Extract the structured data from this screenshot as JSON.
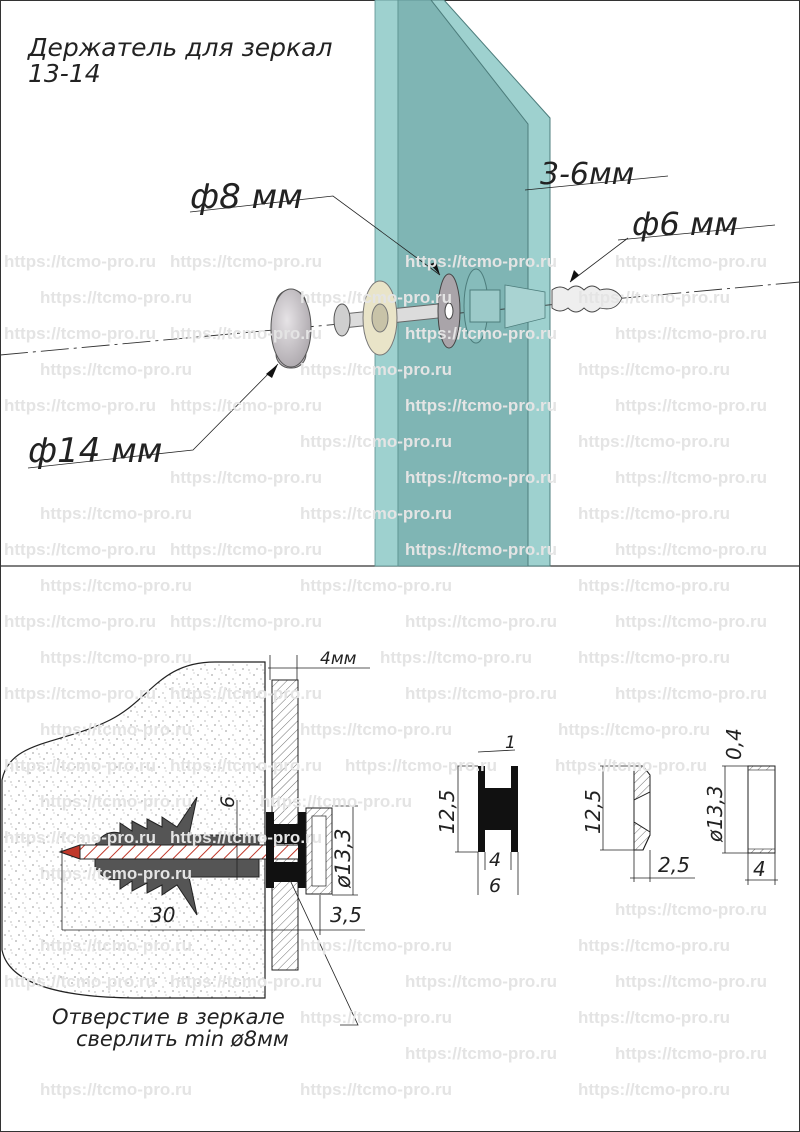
{
  "title": {
    "line1": "Держатель для зеркал",
    "line2": "13-14"
  },
  "watermark": "https://tcmo-pro.ru",
  "top_view": {
    "glass_thickness": "3-6мм",
    "hole_d8": "ф8  мм",
    "screw_d6": "ф6  мм",
    "cap_d14": "ф14  мм"
  },
  "section": {
    "glass_dim": "4мм",
    "dowel_d": "6",
    "cap_d": "ø13,3",
    "depth": "30",
    "gap": "3,5",
    "note_line1": "Отверстие в зеркале",
    "note_line2": "сверлить min ø8мм"
  },
  "parts": {
    "spool": {
      "height": "12,5",
      "flange": "1",
      "inner": "4",
      "outer": "6"
    },
    "ring": {
      "height": "12,5",
      "width": "2,5"
    },
    "cap": {
      "diameter": "ø13,3",
      "wall": "0,4",
      "depth": "4"
    }
  },
  "colors": {
    "glass_front": "#7fb5b4",
    "glass_edge": "#9ed1cf",
    "wall": "#f2f2f2",
    "screw": "#c0392b",
    "dowel": "#555555"
  }
}
